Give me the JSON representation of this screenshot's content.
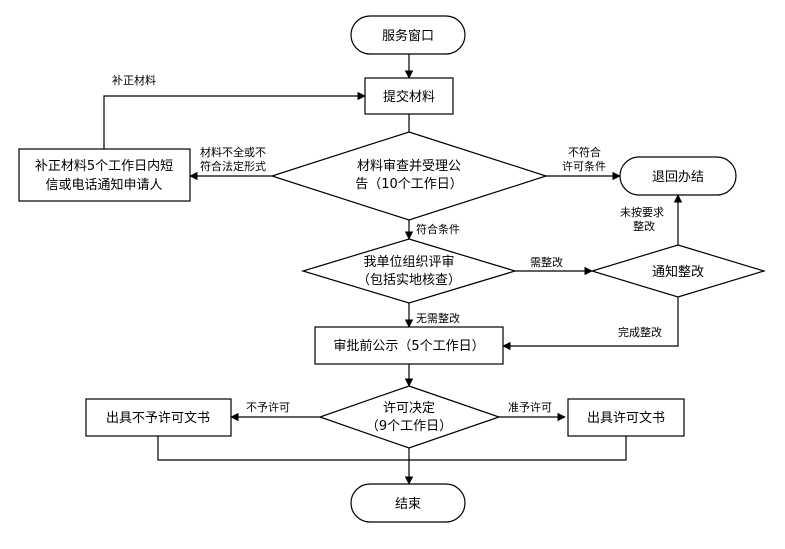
{
  "nodes": {
    "start": "服务窗口",
    "submit": "提交材料",
    "review": {
      "line1": "材料审查并受理公",
      "line2": "告（10个工作日）"
    },
    "supplement": {
      "line1": "补正材料5个工作日内短",
      "line2": "信或电话通知申请人"
    },
    "return": "退回办结",
    "evaluate": {
      "line1": "我单位组织评审",
      "line2": "（包括实地核查）"
    },
    "notify_fix": "通知整改",
    "publicity": "审批前公示（5个工作日）",
    "decision": {
      "line1": "许可决定",
      "line2": "（9个工作日）"
    },
    "deny_doc": "出具不予许可文书",
    "grant_doc": "出具许可文书",
    "end": "结束"
  },
  "edges": {
    "supplement_back": "补正材料",
    "incomplete": {
      "line1": "材料不全或不",
      "line2": "符合法定形式"
    },
    "not_qualified": {
      "line1": "不符合",
      "line2": "许可条件"
    },
    "qualified": "符合条件",
    "needs_fix": "需整改",
    "fix_required": {
      "line1": "未按要求",
      "line2": "整改"
    },
    "no_fix": "无需整改",
    "fix_done": "完成整改",
    "deny": "不予许可",
    "grant": "准予许可"
  }
}
